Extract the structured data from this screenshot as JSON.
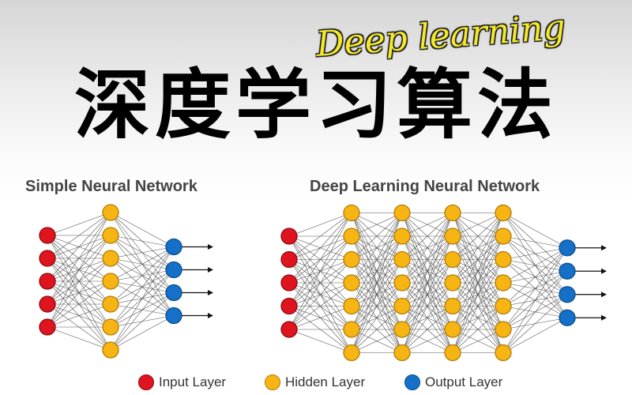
{
  "header": {
    "script_title": "Deep learning",
    "title": "深度学习算法"
  },
  "networks": {
    "simple": {
      "title": "Simple Neural Network",
      "layers": [
        {
          "type": "input",
          "nodes": 5
        },
        {
          "type": "hidden",
          "nodes": 7
        },
        {
          "type": "output",
          "nodes": 4
        }
      ]
    },
    "deep": {
      "title": "Deep Learning Neural Network",
      "layers": [
        {
          "type": "input",
          "nodes": 5
        },
        {
          "type": "hidden",
          "nodes": 7
        },
        {
          "type": "hidden",
          "nodes": 7
        },
        {
          "type": "hidden",
          "nodes": 7
        },
        {
          "type": "hidden",
          "nodes": 7
        },
        {
          "type": "output",
          "nodes": 4
        }
      ]
    }
  },
  "legend": {
    "input_label": "Input Layer",
    "hidden_label": "Hidden Layer",
    "output_label": "Output Layer"
  },
  "colors": {
    "input": "#e0141e",
    "hidden": "#f7b514",
    "output": "#1470c8",
    "edge": "#555555",
    "script_title": "#f3e82a"
  },
  "icons": {
    "output_arrow": "arrow-right-icon"
  }
}
